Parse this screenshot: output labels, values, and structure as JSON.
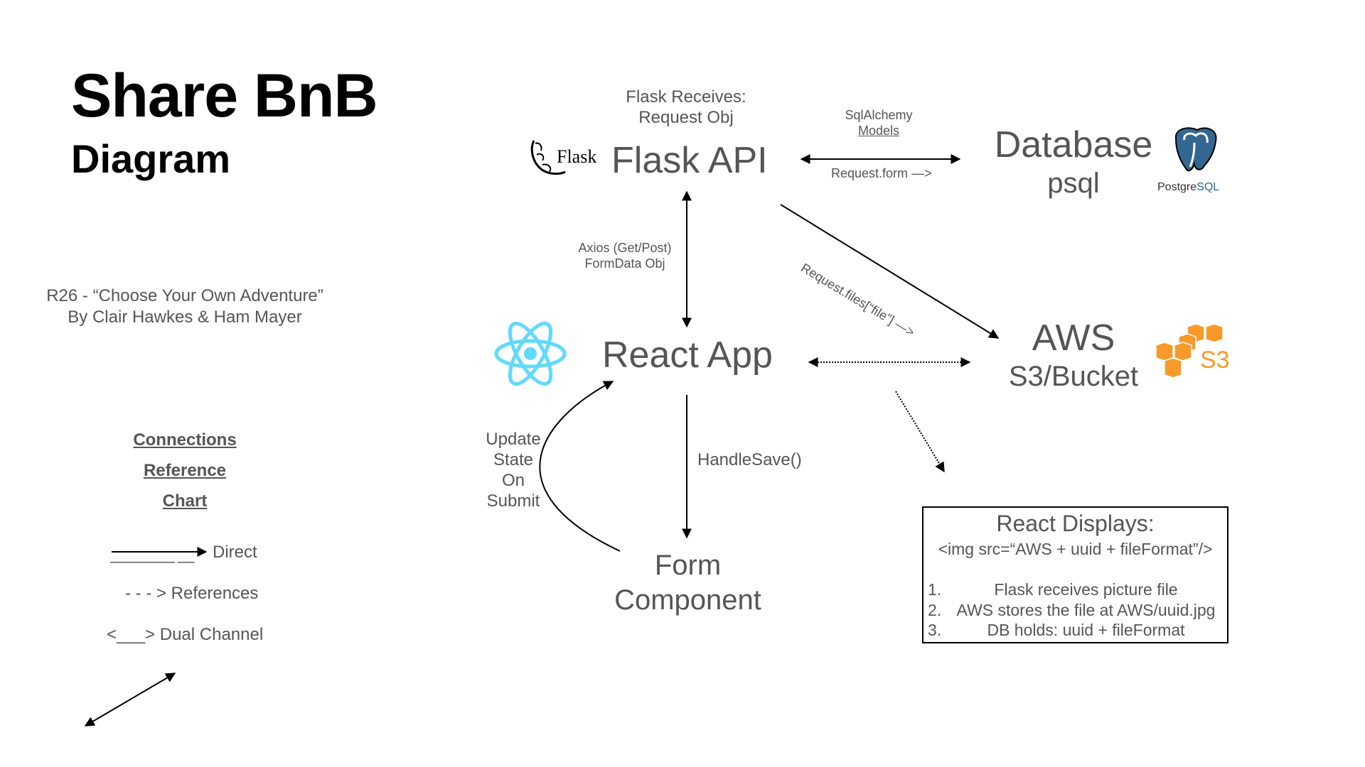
{
  "header": {
    "title": "Share BnB",
    "subtitle": "Diagram"
  },
  "credits": {
    "line1": "R26 - “Choose Your Own Adventure”",
    "line2": "By Clair Hawkes & Ham Mayer"
  },
  "legend": {
    "heading_line1": "Connections",
    "heading_line2": "Reference",
    "heading_line3": "Chart",
    "direct_prefix": "________ __",
    "direct_label": "Direct",
    "references_label": "- - - > References",
    "dual_label": "<___> Dual Channel"
  },
  "nodes": {
    "flask_api": "Flask API",
    "flask_logo_text": "Flask",
    "database": "Database",
    "database_sub": "psql",
    "postgres_logo_a": "Postgre",
    "postgres_logo_b": "SQL",
    "react_app": "React App",
    "aws": "AWS",
    "aws_sub": "S3/Bucket",
    "s3_logo_text": "S3",
    "form_line1": "Form",
    "form_line2": "Component"
  },
  "edge_labels": {
    "flask_receives_1": "Flask Receives:",
    "flask_receives_2": "Request Obj",
    "sqlalchemy": "SqlAlchemy",
    "models": "Models",
    "request_form": "Request.form —>",
    "axios_1": "Axios (Get/Post)",
    "axios_2": "FormData Obj",
    "request_files": "Request.files[“file”] —>",
    "update_1": "Update",
    "update_2": "State",
    "update_3": "On",
    "update_4": "Submit",
    "handle_save": "HandleSave()"
  },
  "displays": {
    "title": "React Displays:",
    "code": "<img src=“AWS + uuid + fileFormat”/>",
    "steps": [
      {
        "num": "1.",
        "text": "Flask receives picture file"
      },
      {
        "num": "2.",
        "text": "AWS stores the file at AWS/uuid.jpg"
      },
      {
        "num": "3.",
        "text": "DB holds: uuid + fileFormat"
      }
    ]
  },
  "colors": {
    "react": "#61dafb",
    "aws_orange": "#f79a2b",
    "postgres_blue": "#336791",
    "text_gray": "#555555"
  }
}
